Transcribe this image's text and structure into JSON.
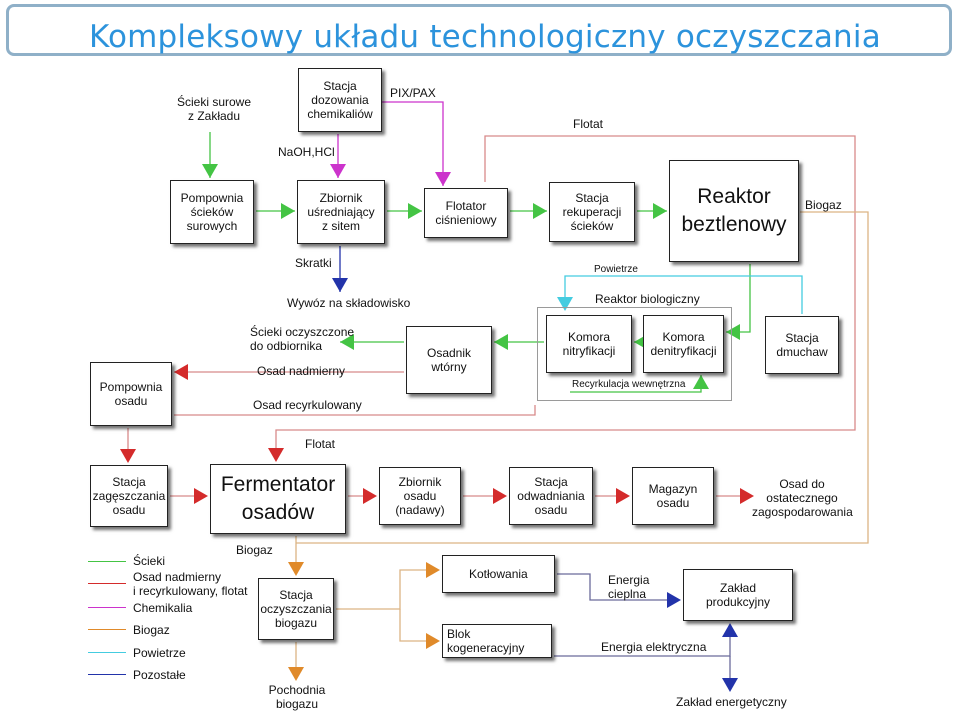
{
  "title": "Kompleksowy układu technologiczny oczyszczania",
  "colors": {
    "scieki": "#44c444",
    "osad": "#d42b2b",
    "chemikalia": "#cc33cc",
    "biogaz": "#e08a2a",
    "powietrze": "#44cce0",
    "pozostale": "#2233aa",
    "line_osad": "#d88a8a",
    "line_biogaz": "#dcb484",
    "line_pozostale": "#6a6a9a"
  },
  "boxes": {
    "stacja_dozowania": "Stacja\ndozowania\nchemikaliów",
    "pompownia_sciekow": "Pompownia\nścieków\nsurowych",
    "zbiornik_usredniajacy": "Zbiornik\nuśredniający\nz sitem",
    "flotator": "Flotator\nciśnieniowy",
    "stacja_rekuperacji": "Stacja\nrekuperacji\nścieków",
    "reaktor_beztlenowy": "Reaktor\nbeztlenowy",
    "osadnik_wtorny": "Osadnik\nwtórny",
    "komora_nitryfikacji": "Komora\nnitryfikacji",
    "komora_denitryfikacji": "Komora\ndenitryfikacji",
    "stacja_dmuchaw": "Stacja\ndmuchaw",
    "pompownia_osadu": "Pompownia\nosadu",
    "stacja_zageszczania": "Stacja\nzagęszczania\nosadu",
    "fermentator": "Fermentator\nosadów",
    "zbiornik_osadu": "Zbiornik osadu\n(nadawy)",
    "stacja_odwadniania": "Stacja\nodwadniania\nosadu",
    "magazyn_osadu": "Magazyn\nosadu",
    "stacja_oczyszczania_biogazu": "Stacja\noczyszczania\nbiogazu",
    "kotlownia": "Kotłowania",
    "blok_kogeneracyjny": "Blok kogeneracyjny",
    "zaklad_produkcyjny": "Zakład\nprodukcyjny"
  },
  "labels": {
    "scieki_surowe": "Ścieki surowe\nz Zakładu",
    "pix_pax": "PIX/PAX",
    "naoh_hcl": "NaOH,HCl",
    "flotat_top": "Flotat",
    "biogaz_right": "Biogaz",
    "skratki": "Skratki",
    "wywoz": "Wywóz na składowisko",
    "powietrze": "Powietrze",
    "reaktor_biologiczny": "Reaktor biologiczny",
    "scieki_oczyszczone": "Ścieki oczyszczone\ndo odbiornika",
    "osad_nadmierny": "Osad nadmierny",
    "osad_recyrkulowany": "Osad recyrkulowany",
    "recyrkulacja": "Recyrkulacja wewnętrzna",
    "flotat_mid": "Flotat",
    "osad_do_zagospodarowania": "Osad do\nostatecznego\nzagospodarowania",
    "biogaz_bottom": "Biogaz",
    "pochodnia": "Pochodnia\nbiogazu",
    "energia_cieplna": "Energia\ncieplna",
    "energia_elektryczna": "Energia elektryczna",
    "zaklad_energetyczny": "Zakład energetyczny"
  },
  "legend": [
    {
      "label": "Ścieki",
      "color_key": "scieki"
    },
    {
      "label": "Osad nadmierny\ni recyrkulowany, flotat",
      "color_key": "osad"
    },
    {
      "label": "Chemikalia",
      "color_key": "chemikalia"
    },
    {
      "label": "Biogaz",
      "color_key": "biogaz"
    },
    {
      "label": "Powietrze",
      "color_key": "powietrze"
    },
    {
      "label": "Pozostałe",
      "color_key": "pozostale"
    }
  ]
}
